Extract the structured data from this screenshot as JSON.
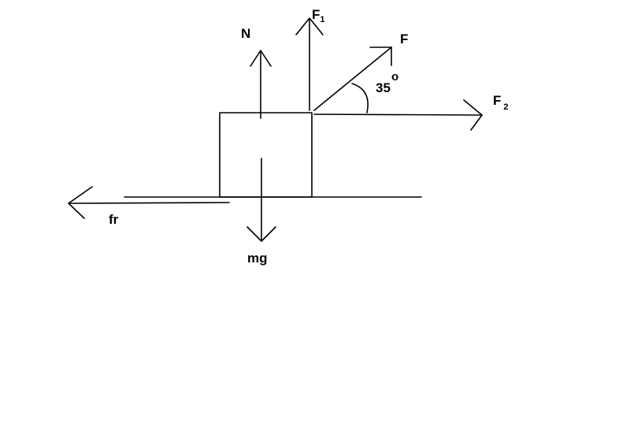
{
  "diagram": {
    "forces": {
      "normal": {
        "label": "N"
      },
      "vertical_component": {
        "label": "F",
        "subscript": "1"
      },
      "applied": {
        "label": "F"
      },
      "horizontal_component": {
        "label": "F",
        "subscript": "2"
      },
      "friction": {
        "label": "fr"
      },
      "weight": {
        "label": "mg"
      }
    },
    "angle": {
      "value": "35",
      "unit_symbol": "o"
    },
    "colors": {
      "ink": "#000000",
      "background": "#ffffff"
    }
  }
}
